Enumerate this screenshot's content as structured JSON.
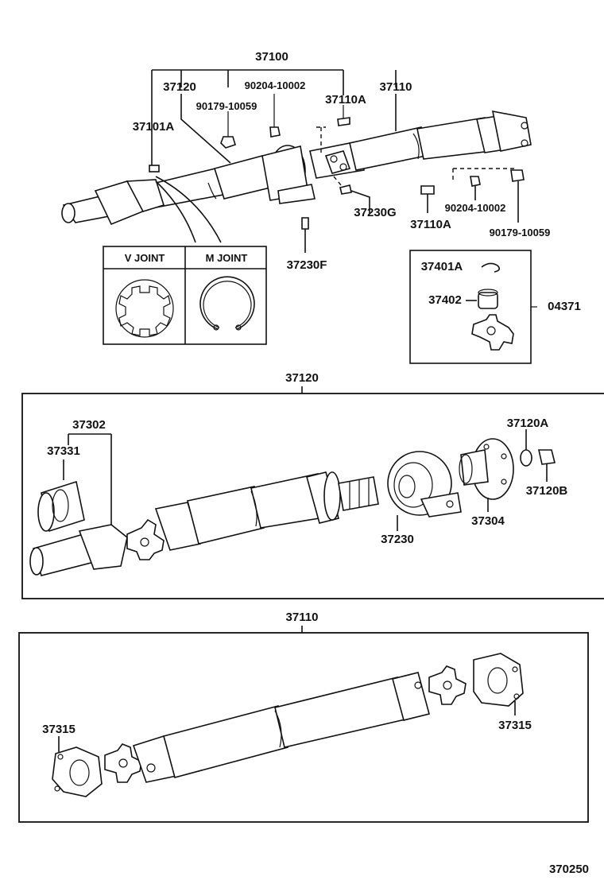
{
  "diagram": {
    "labels": {
      "l37100": "37100",
      "l37120_top": "37120",
      "l90204_top": "90204-10002",
      "l37110_top": "37110",
      "l90179_top": "90179-10059",
      "l37110a_top": "37110A",
      "l37101a": "37101A",
      "l37230g": "37230G",
      "l37110a_bot": "37110A",
      "l90204_right": "90204-10002",
      "l90179_right": "90179-10059",
      "l37230f": "37230F",
      "v_joint": "V JOINT",
      "m_joint": "M JOINT",
      "l37401a": "37401A",
      "l37402": "37402",
      "l04371": "04371",
      "sec2_title": "37120",
      "l37302": "37302",
      "l37331": "37331",
      "l37120a": "37120A",
      "l37120b": "37120B",
      "l37304": "37304",
      "l37230": "37230",
      "sec3_title": "37110",
      "l37315_left": "37315",
      "l37315_right": "37315",
      "footer_code": "370250"
    },
    "icons": [
      "propeller-shaft-assembly",
      "universal-joint-spider",
      "center-support-bearing",
      "snap-ring",
      "flange-yoke"
    ]
  }
}
